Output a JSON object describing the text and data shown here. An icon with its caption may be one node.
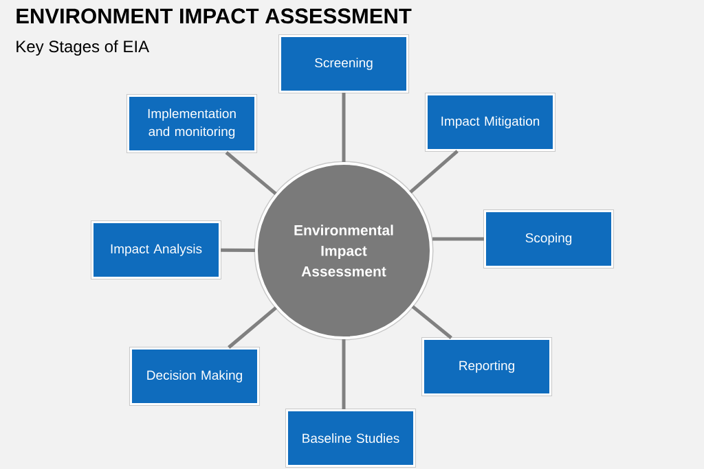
{
  "diagram": {
    "title": "ENVIRONMENT IMPACT ASSESSMENT",
    "nodes": [
      {
        "text": [
          "Environmental Impact Assessment"
        ]
      },
      {
        "text": [
          "Screening"
        ]
      },
      {
        "text": [
          "Impact Mitigation"
        ]
      },
      {
        "text": [
          "Scoping"
        ]
      },
      {
        "text": [
          "Reporting"
        ]
      },
      {
        "text": [
          "Baseline Studies"
        ]
      },
      {
        "text": [
          "Decision Making"
        ]
      },
      {
        "text": [
          "Impact Analysis"
        ]
      },
      {
        "text": [
          "Implementation and monitoring"
        ]
      }
    ],
    "edges": [
      {
        "from": 0,
        "to": 1,
        "arrow": "none"
      },
      {
        "from": 0,
        "to": 2,
        "arrow": "none"
      },
      {
        "from": 0,
        "to": 3,
        "arrow": "none"
      },
      {
        "from": 0,
        "to": 4,
        "arrow": "none"
      },
      {
        "from": 0,
        "to": 5,
        "arrow": "none"
      },
      {
        "from": 0,
        "to": 6,
        "arrow": "none"
      },
      {
        "from": 0,
        "to": 7,
        "arrow": "none"
      },
      {
        "from": 0,
        "to": 8,
        "arrow": "none"
      }
    ],
    "labels": [
      "Key Stages of EIA"
    ]
  }
}
